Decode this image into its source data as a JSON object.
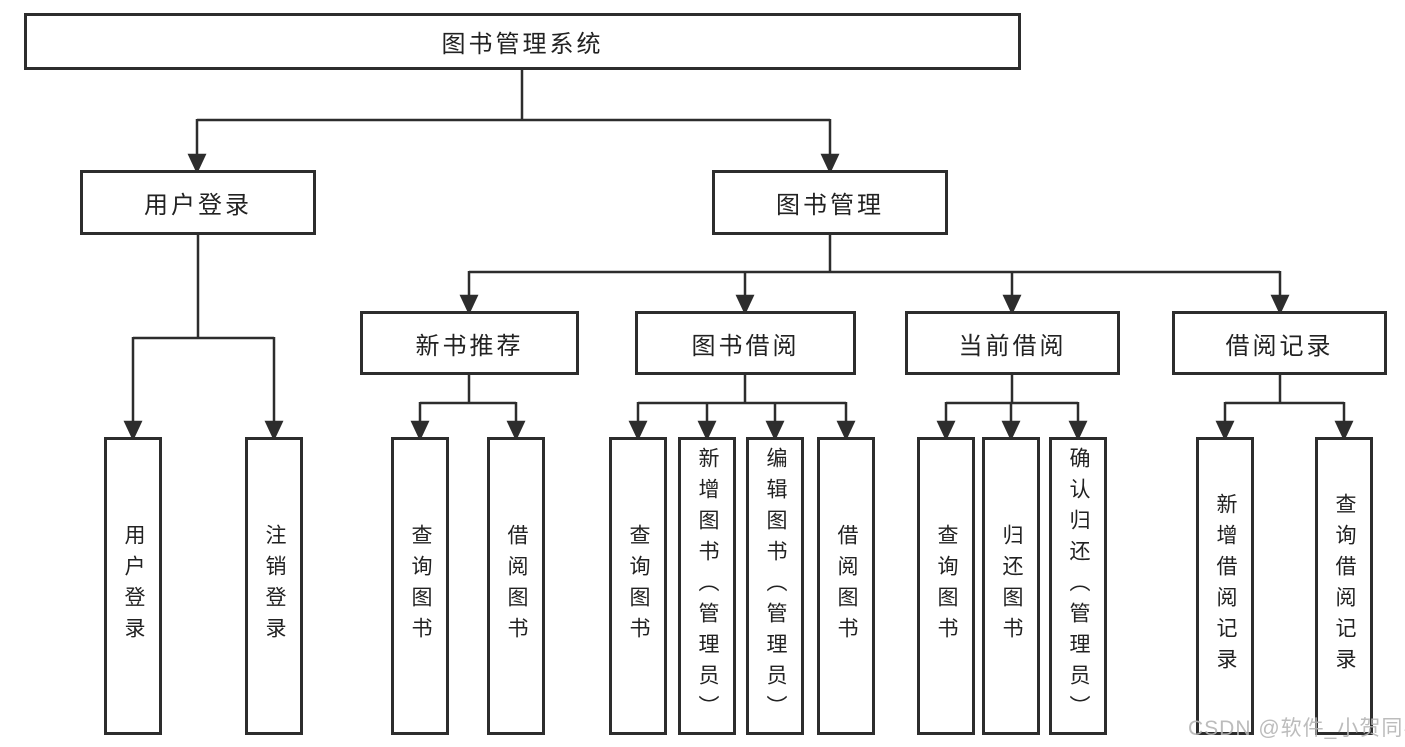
{
  "diagram_title": "图书管理系统",
  "nodes": {
    "root": {
      "label": "图书管理系统"
    },
    "user_login": {
      "label": "用户登录"
    },
    "book_management": {
      "label": "图书管理"
    },
    "new_book_recommend": {
      "label": "新书推荐"
    },
    "book_borrow": {
      "label": "图书借阅"
    },
    "current_borrow": {
      "label": "当前借阅"
    },
    "borrow_records": {
      "label": "借阅记录"
    },
    "leaf_user_login": {
      "label": "用户登录"
    },
    "leaf_logout": {
      "label": "注销登录"
    },
    "leaf_query_books_recommend": {
      "label": "查询图书"
    },
    "leaf_borrow_books_recommend": {
      "label": "借阅图书"
    },
    "leaf_query_books_borrow": {
      "label": "查询图书"
    },
    "leaf_add_books_admin": {
      "label": "新增图书（管理员）"
    },
    "leaf_edit_books_admin": {
      "label": "编辑图书（管理员）"
    },
    "leaf_borrow_books": {
      "label": "借阅图书"
    },
    "leaf_query_books_current": {
      "label": "查询图书"
    },
    "leaf_return_books": {
      "label": "归还图书"
    },
    "leaf_confirm_return_admin": {
      "label": "确认归还（管理员）"
    },
    "leaf_add_borrow_record": {
      "label": "新增借阅记录"
    },
    "leaf_query_borrow_record": {
      "label": "查询借阅记录"
    }
  },
  "hierarchy": {
    "图书管理系统": {
      "用户登录": [
        "用户登录",
        "注销登录"
      ],
      "图书管理": {
        "新书推荐": [
          "查询图书",
          "借阅图书"
        ],
        "图书借阅": [
          "查询图书",
          "新增图书（管理员）",
          "编辑图书（管理员）",
          "借阅图书"
        ],
        "当前借阅": [
          "查询图书",
          "归还图书",
          "确认归还（管理员）"
        ],
        "借阅记录": [
          "新增借阅记录",
          "查询借阅记录"
        ]
      }
    }
  },
  "watermark": {
    "text": "CSDN @软件_小贺同学"
  },
  "colors": {
    "line": "#2d2d2d",
    "box_border": "#2d2d2d",
    "text": "#222222",
    "watermark": "#b5b5b5",
    "background": "#ffffff"
  }
}
